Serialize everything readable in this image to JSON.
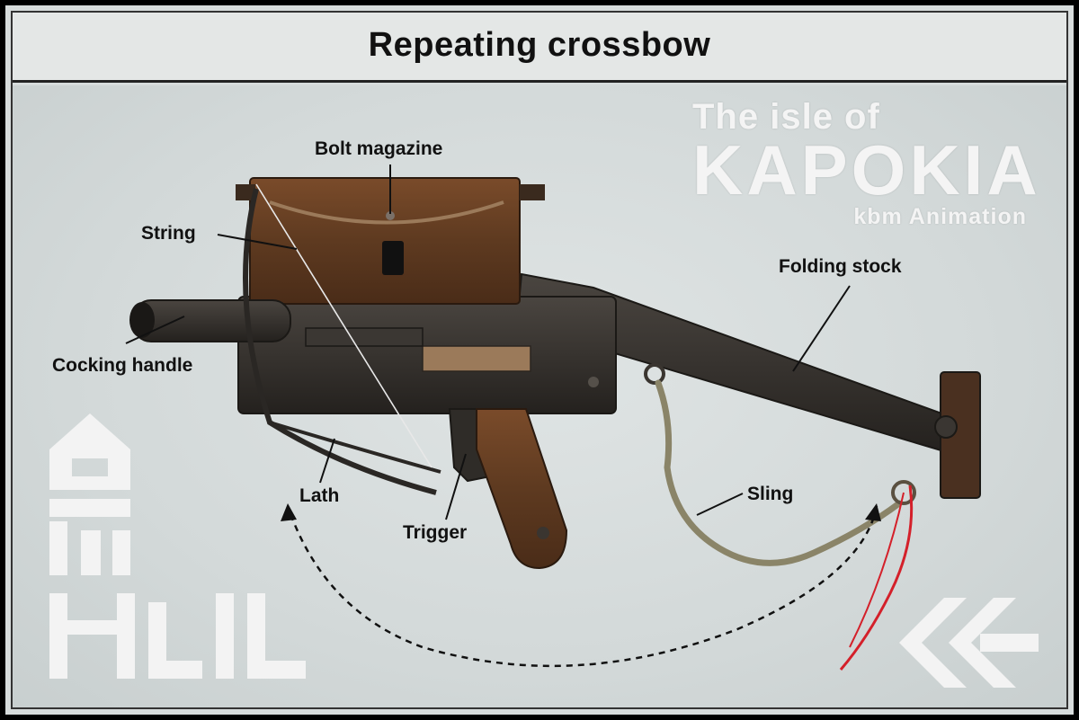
{
  "title": "Repeating crossbow",
  "labels": {
    "bolt_magazine": "Bolt magazine",
    "string": "String",
    "cocking_handle": "Cocking handle",
    "folding_stock": "Folding stock",
    "lath": "Lath",
    "trigger": "Trigger",
    "sling": "Sling"
  },
  "brand": {
    "line1": "The isle of",
    "line2": "KAPOKIA",
    "line3": "kbm Animation"
  },
  "colors": {
    "background": "#d7dcdc",
    "wood": "#6b3f22",
    "metal": "#2f2c28",
    "sling": "#8a8468",
    "red_thread": "#d4202a"
  },
  "icons": {
    "left_decoration": "kapokia-glyph-icon",
    "right_decoration": "double-arrow-left-icon"
  }
}
